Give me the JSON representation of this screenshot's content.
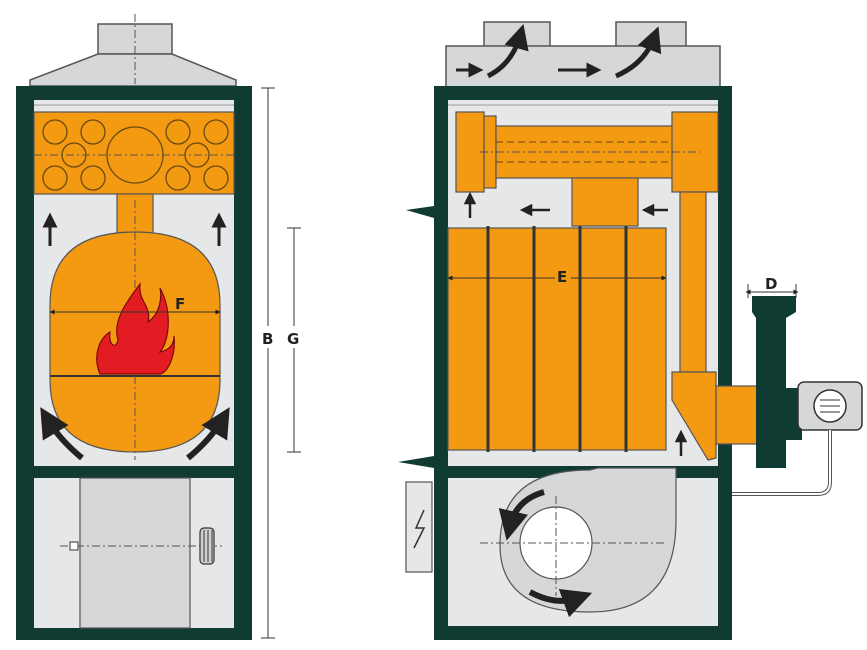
{
  "labels": {
    "b": "B",
    "g": "G",
    "f": "F",
    "e": "E",
    "d": "D"
  },
  "colors": {
    "orange": "#f39a12",
    "orange_dark": "#c97a06",
    "frame": "#0f3b33",
    "panel": "#e6e7e8",
    "housing": "#d6d7d8",
    "flame": "#e31b23",
    "line": "#333333"
  },
  "icons": {
    "flame": "flame-icon",
    "fan": "fan-icon",
    "arrow": "arrow-icon"
  }
}
